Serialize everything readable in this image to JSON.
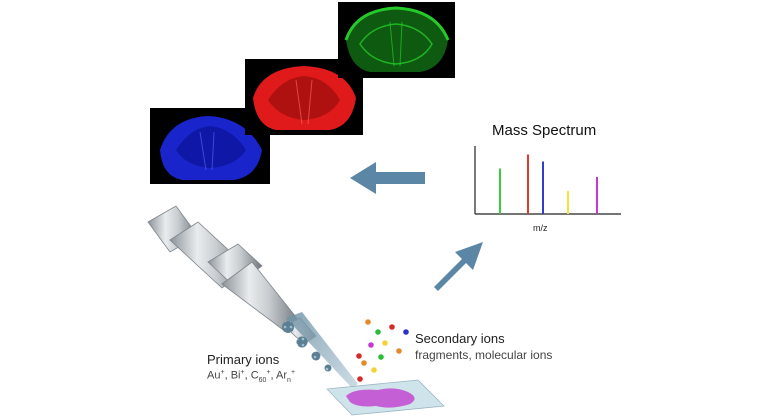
{
  "mass_spectrum": {
    "title": "Mass Spectrum",
    "xlabel": "m/z",
    "peaks": [
      {
        "color": "#3ccc3c",
        "height": 0.65
      },
      {
        "color": "#e23a2a",
        "height": 0.85
      },
      {
        "color": "#2f3fc7",
        "height": 0.75
      },
      {
        "color": "#f2e23a",
        "height": 0.33
      },
      {
        "color": "#c63ad1",
        "height": 0.53
      }
    ]
  },
  "primary_ions": {
    "title": "Primary ions",
    "au": "Au",
    "bi": "Bi",
    "c": "C",
    "c_sub": "60",
    "ar": "Ar",
    "ar_sub": "n",
    "charge": "+",
    "sep": ", "
  },
  "secondary_ions": {
    "title": "Secondary ions",
    "subtitle": "fragments, molecular ions"
  },
  "colors": {
    "arrow": "#5b86a6",
    "sample": "#cfe3ea",
    "tissue": "#c45fd6",
    "blue_image": "#1c28e0",
    "red_image": "#e01a1a",
    "green_image": "#27c92a",
    "ion_dots": [
      "#e38a2a",
      "#d62b2b",
      "#2bbd3a",
      "#2a33c9",
      "#f0d43a",
      "#c63ad1",
      "#e38a2a",
      "#d62b2b",
      "#2bbd3a",
      "#e38a2a",
      "#f0d43a",
      "#d62b2b"
    ]
  }
}
